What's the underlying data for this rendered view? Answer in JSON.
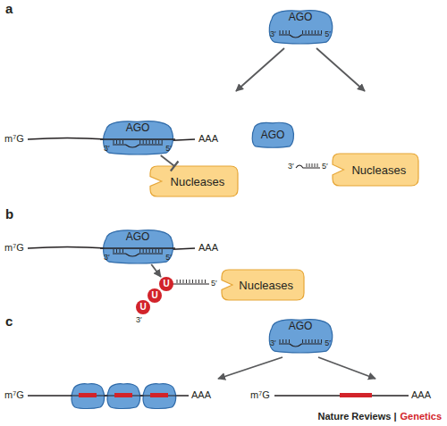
{
  "diagram": {
    "nodes": [
      {
        "text": [
          "AGO",
          "3′",
          "5′"
        ]
      },
      {
        "text": [
          "AGO",
          "3′",
          "5′"
        ]
      },
      {
        "text": [
          "AGO"
        ]
      },
      {
        "text": [
          "Nucleases"
        ]
      },
      {
        "text": [
          "Nucleases"
        ]
      },
      {
        "text": [
          "AGO",
          "3′",
          "5′"
        ]
      },
      {
        "text": [
          "U"
        ]
      },
      {
        "text": [
          "U"
        ]
      },
      {
        "text": [
          "U"
        ]
      },
      {
        "text": [
          "Nucleases"
        ]
      },
      {
        "text": [
          "AGO",
          "3′",
          "5′"
        ]
      }
    ],
    "edges": [
      {
        "from": 1,
        "to": 3,
        "arrow": "to"
      },
      {
        "from": 5,
        "to": 6,
        "arrow": "to"
      }
    ],
    "labels": [
      "a",
      "m⁷G",
      "AAA",
      "3′",
      "5′",
      "b",
      "m⁷G",
      "AAA",
      "3′",
      "5′",
      "c",
      "m⁷G",
      "AAA",
      "m⁷G",
      "AAA",
      "Nature Reviews |",
      "Genetics"
    ]
  }
}
